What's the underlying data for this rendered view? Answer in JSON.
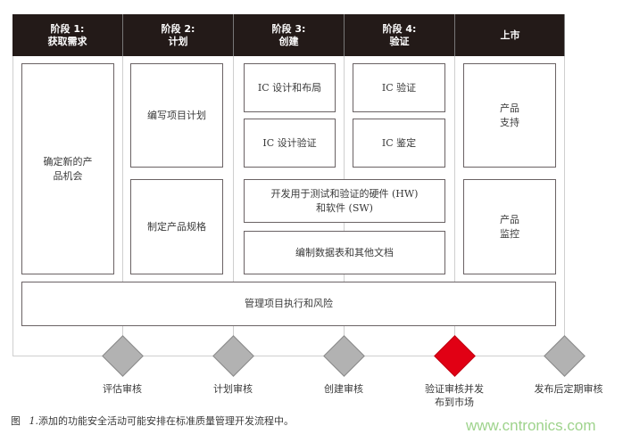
{
  "diagram": {
    "phases": [
      {
        "line1": "阶段 1:",
        "line2": "获取需求"
      },
      {
        "line1": "阶段 2:",
        "line2": "计划"
      },
      {
        "line1": "阶段 3:",
        "line2": "创建"
      },
      {
        "line1": "阶段 4:",
        "line2": "验证"
      },
      {
        "line1": "上市",
        "line2": ""
      }
    ],
    "boxes": {
      "identify_opportunity": "确定新的产品机会",
      "write_project_plan": "编写项目计划",
      "define_spec": "制定产品规格",
      "ic_design_layout": "IC 设计和布局",
      "ic_design_verify": "IC 设计验证",
      "ic_verify": "IC 验证",
      "ic_qualify": "IC 鉴定",
      "dev_hw_sw_line1": "开发用于测试和验证的硬件 (HW)",
      "dev_hw_sw_line2": "和软件 (SW)",
      "datasheets": "编制数据表和其他文档",
      "product_support": "产品支持",
      "product_monitor": "产品监控",
      "manage_project": "管理项目执行和风险"
    },
    "gates": [
      {
        "label": "评估审核",
        "color": "#b2b2b2"
      },
      {
        "label": "计划审核",
        "color": "#b2b2b2"
      },
      {
        "label": "创建审核",
        "color": "#b2b2b2"
      },
      {
        "label_line1": "验证审核并发",
        "label_line2": "布到市场",
        "color": "#e10014"
      },
      {
        "label": "发布后定期审核",
        "color": "#b2b2b2"
      }
    ],
    "box_text_split": {
      "identify_line1": "确定新的产",
      "identify_line2": "品机会",
      "support_line1": "产品",
      "support_line2": "支持",
      "monitor_line1": "产品",
      "monitor_line2": "监控"
    }
  },
  "caption": {
    "prefix": "图",
    "number": "1.",
    "text": "添加的功能安全活动可能安排在标准质量管理开发流程中。"
  },
  "watermark": "www.cntronics.com"
}
